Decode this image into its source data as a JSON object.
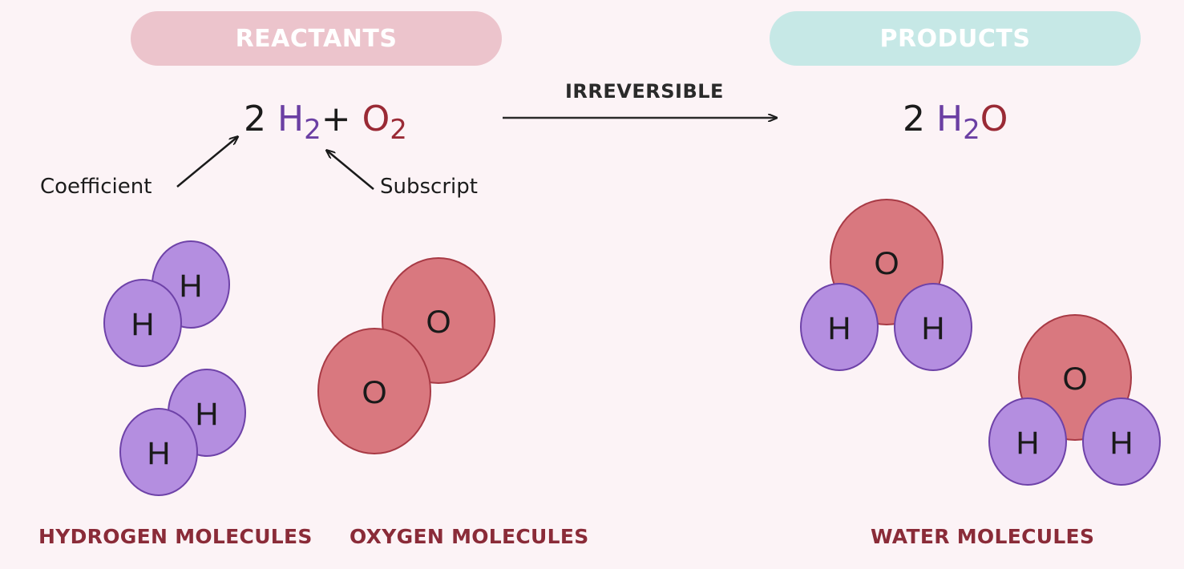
{
  "headers": {
    "reactants": "REACTANTS",
    "products": "PRODUCTS"
  },
  "equation": {
    "reactants": {
      "coef1": "2",
      "h": "H",
      "h_sub": "2",
      "plus": "+",
      "o": "O",
      "o_sub": "2"
    },
    "arrow_label": "IRREVERSIBLE",
    "products": {
      "coef": "2",
      "h": "H",
      "h_sub": "2",
      "o": "O"
    }
  },
  "annotations": {
    "coefficient": "Coefficient",
    "subscript": "Subscript"
  },
  "atom_labels": {
    "hydrogen": "H",
    "oxygen": "O"
  },
  "captions": {
    "hydrogen": "HYDROGEN MOLECULES",
    "oxygen": "OXYGEN MOLECULES",
    "water": "WATER MOLECULES"
  },
  "colors": {
    "hydrogen_fill": "#b48ee0",
    "hydrogen_stroke": "#6e42a8",
    "oxygen_fill": "#d9787f",
    "oxygen_stroke": "#a83a45",
    "reactants_pill": "#ecc4cc",
    "products_pill": "#c6e8e6",
    "caption_text": "#8a2b38"
  }
}
